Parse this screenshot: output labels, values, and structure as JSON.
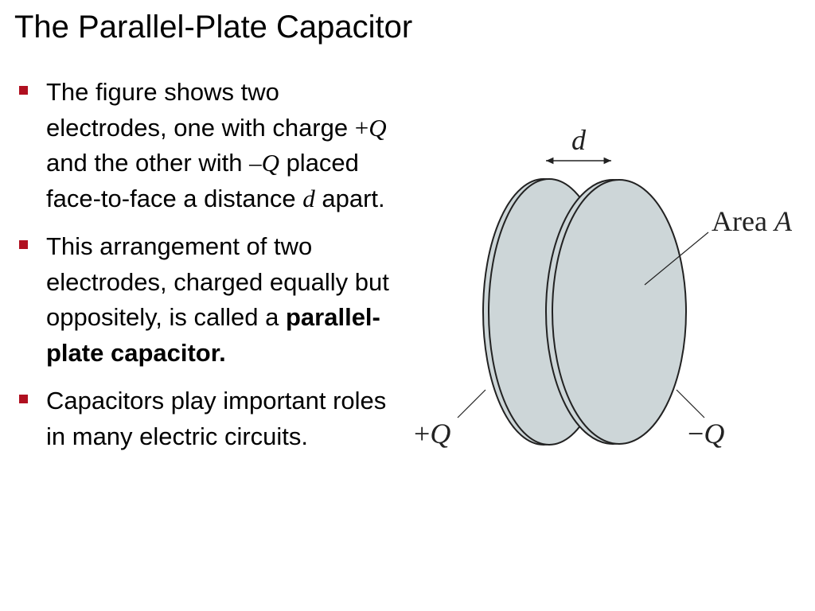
{
  "slide": {
    "title": "The Parallel-Plate Capacitor",
    "accent_color": "#b01020",
    "bullets": [
      {
        "t1": "The figure shows two electrodes, one with charge ",
        "m1_sign": "+",
        "m1": "Q",
        "t2": " and the other with ",
        "m2_sign": "–",
        "m2": "Q",
        "t3": " placed face-to-face a distance ",
        "m3": "d",
        "t4": " apart."
      },
      {
        "t1": "This arrangement of two electrodes, charged equally but oppositely, is called a ",
        "bold": "parallel-plate capacitor."
      },
      {
        "t1": "Capacitors play important roles in many electric circuits."
      }
    ]
  },
  "figure": {
    "plate_color": "#cdd6d8",
    "line_color": "#222222",
    "separation_label": "d",
    "area_text": "Area ",
    "area_var": "A",
    "plus_sign": "+",
    "plus_var": "Q",
    "minus_sign": "−",
    "minus_var": "Q"
  }
}
